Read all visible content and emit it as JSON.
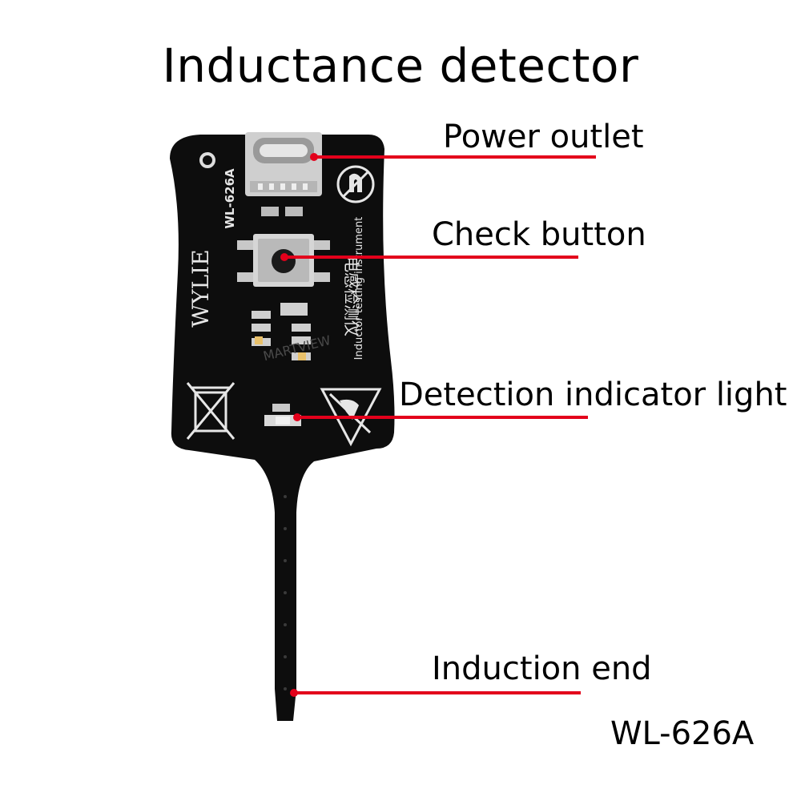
{
  "title": "Inductance detector",
  "model": "WL-626A",
  "board": {
    "model_print": "WL-626A",
    "brand_print": "WYLIE",
    "chinese_print": "电感检测仪",
    "english_print": "Inductor testing instrument",
    "watermark": "MARTVIEW"
  },
  "callouts": {
    "power_outlet": "Power outlet",
    "check_button": "Check button",
    "indicator_light": "Detection indicator light",
    "induction_end": "Induction end"
  },
  "colors": {
    "leader_line": "#e3001b",
    "board": "#0d0d0d"
  }
}
